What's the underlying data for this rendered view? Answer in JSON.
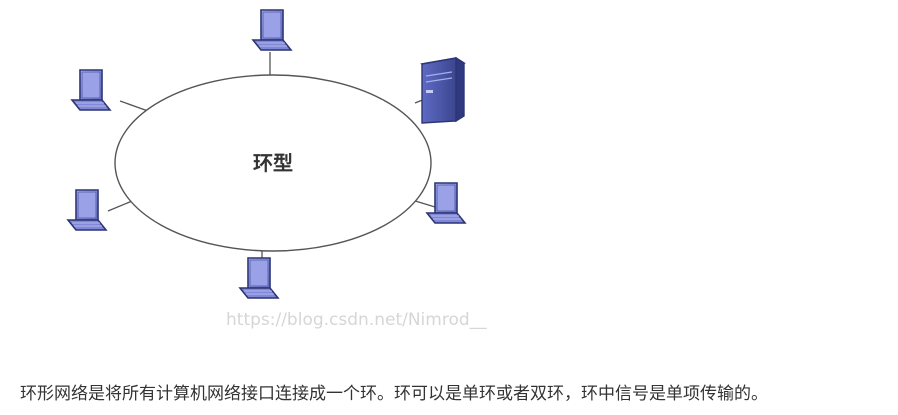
{
  "diagram": {
    "ring_label": "环型",
    "watermark": "https://blog.csdn.net/Nimrod__",
    "nodes": [
      {
        "id": "laptop-top",
        "icon": "laptop-icon"
      },
      {
        "id": "server-top-right",
        "icon": "server-icon"
      },
      {
        "id": "laptop-left-upper",
        "icon": "laptop-icon"
      },
      {
        "id": "laptop-left-lower",
        "icon": "laptop-icon"
      },
      {
        "id": "laptop-right-lower",
        "icon": "laptop-icon"
      },
      {
        "id": "laptop-bottom",
        "icon": "laptop-icon"
      }
    ],
    "colors": {
      "ring_stroke": "#555555",
      "device_fill": "#8c93d8",
      "device_dark": "#3a4590",
      "device_outline": "#2c3575"
    }
  },
  "caption": "环形网络是将所有计算机网络接口连接成一个环。环可以是单环或者双环，环中信号是单项传输的。"
}
